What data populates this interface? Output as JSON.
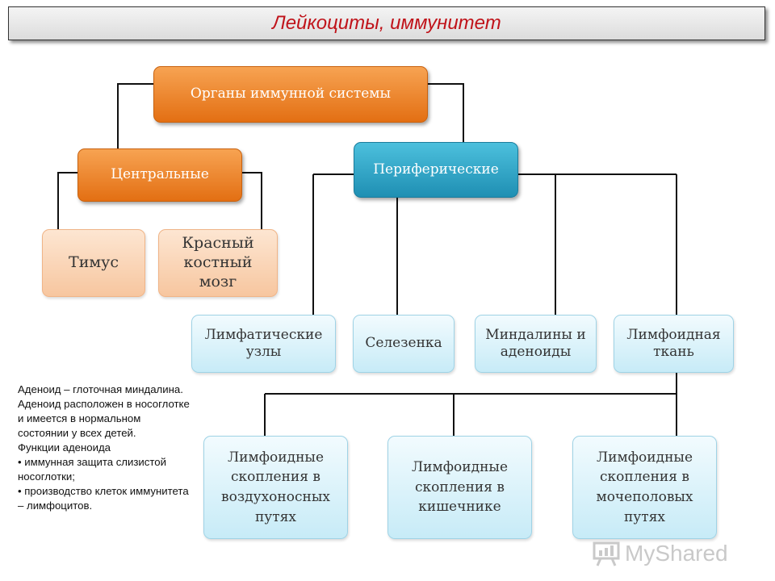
{
  "title": "Лейкоциты, иммунитет",
  "diagram": {
    "root": "Органы иммунной системы",
    "central": "Центральные",
    "peripheral": "Периферические",
    "central_children": [
      "Тимус",
      "Красный костный мозг"
    ],
    "peripheral_children": [
      "Лимфатические узлы",
      "Селезенка",
      "Миндалины и аденоиды",
      "Лимфоидная ткань"
    ],
    "lymphoid_children": [
      "Лимфоидные скопления в воздухоносных путях",
      "Лимфоидные скопления в кишечнике",
      "Лимфоидные скопления в мочеполовых путях"
    ]
  },
  "note": {
    "lines": [
      "Аденоид – глоточная миндалина. Аденоид расположен в носоглотке и имеется в нормальном состоянии у всех детей.",
      "Функции аденоида",
      "• иммунная защита слизистой носоглотки;",
      "• производство клеток иммунитета – лимфоцитов."
    ]
  },
  "watermark": {
    "text": "MyShared",
    "icon": "presentation-board-icon"
  },
  "colors": {
    "title": "#c0131a",
    "orange": "#e36f13",
    "blue": "#1f8fb3",
    "peach": "#f7c69f",
    "light_blue": "#c7ebf7"
  }
}
